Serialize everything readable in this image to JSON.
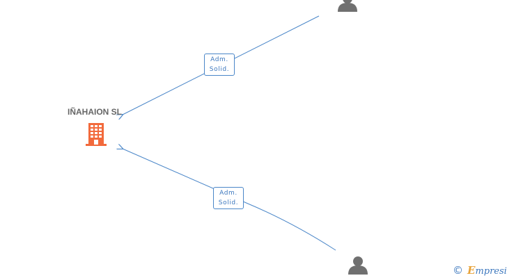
{
  "company": {
    "name": "IÑAHAION SL",
    "icon": "building-icon",
    "icon_color": "#f26a3c"
  },
  "people": [
    {
      "icon": "person-icon",
      "icon_color": "#707070"
    },
    {
      "icon": "person-icon",
      "icon_color": "#707070"
    }
  ],
  "relations": [
    {
      "line1": "Adm.",
      "line2": "Solid."
    },
    {
      "line1": "Adm.",
      "line2": "Solid."
    }
  ],
  "edge_color": "#4a86c8",
  "footer": {
    "copyright_symbol": "©",
    "brand_initial": "E",
    "brand_rest": "mpresia"
  }
}
